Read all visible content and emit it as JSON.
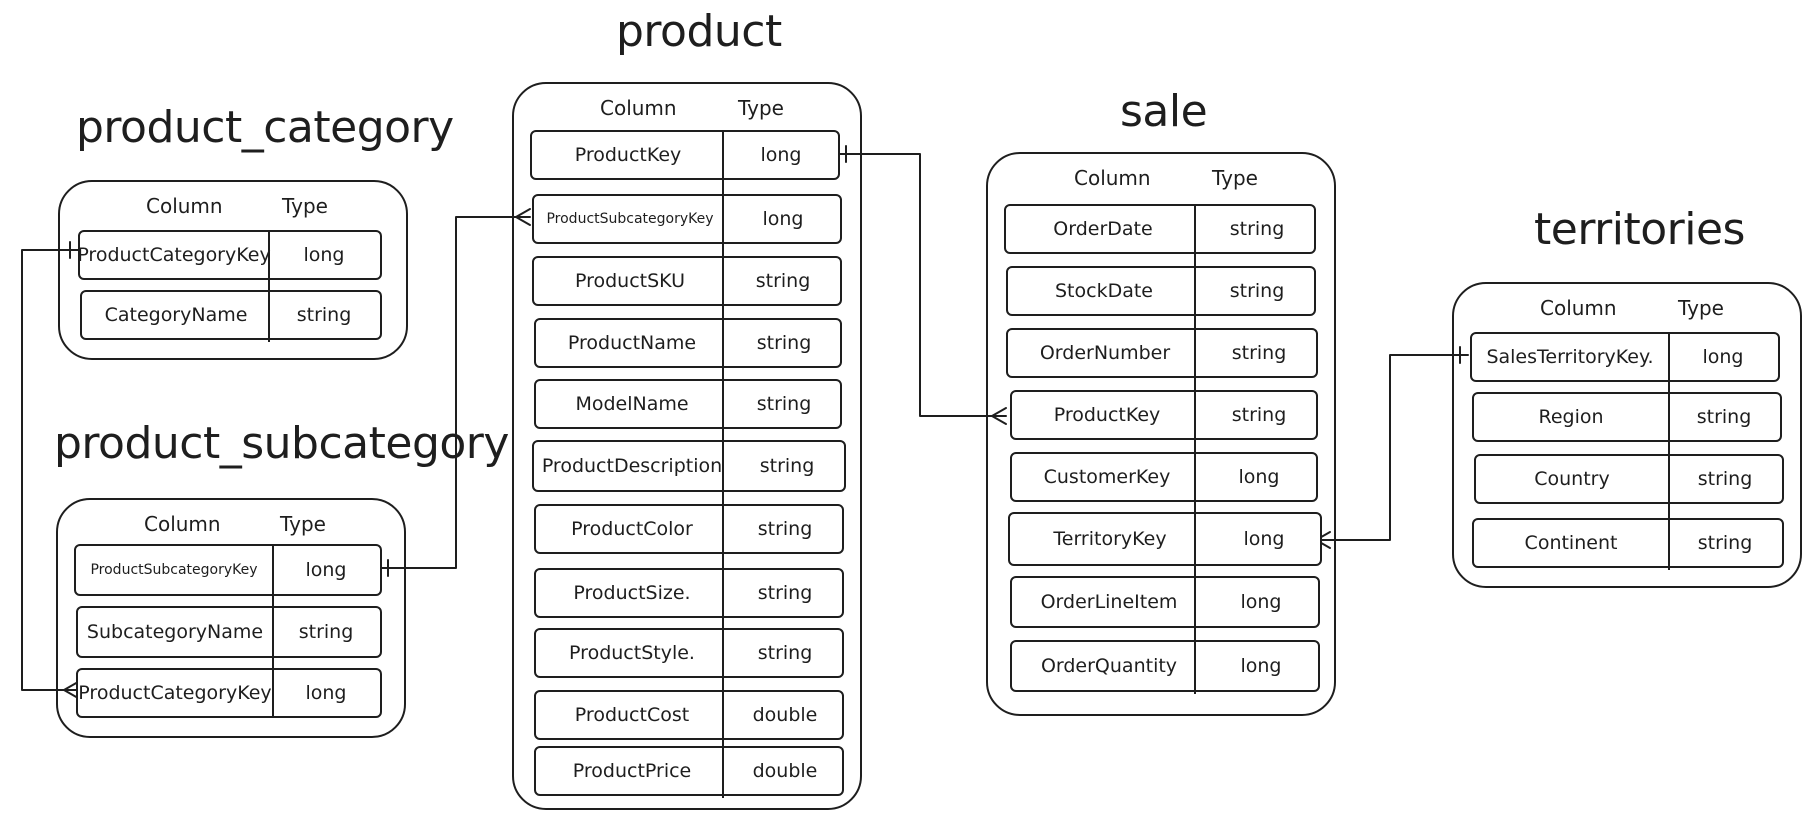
{
  "header": {
    "column": "Column",
    "type": "Type"
  },
  "tables": {
    "product_category": {
      "title": "product_category",
      "rows": [
        {
          "column": "ProductCategoryKey",
          "type": "long"
        },
        {
          "column": "CategoryName",
          "type": "string"
        }
      ]
    },
    "product_subcategory": {
      "title": "product_subcategory",
      "rows": [
        {
          "column": "ProductSubcategoryKey",
          "type": "long"
        },
        {
          "column": "SubcategoryName",
          "type": "string"
        },
        {
          "column": "ProductCategoryKey",
          "type": "long"
        }
      ]
    },
    "product": {
      "title": "product",
      "rows": [
        {
          "column": "ProductKey",
          "type": "long"
        },
        {
          "column": "ProductSubcategoryKey",
          "type": "long"
        },
        {
          "column": "ProductSKU",
          "type": "string"
        },
        {
          "column": "ProductName",
          "type": "string"
        },
        {
          "column": "ModelName",
          "type": "string"
        },
        {
          "column": "ProductDescription",
          "type": "string"
        },
        {
          "column": "ProductColor",
          "type": "string"
        },
        {
          "column": "ProductSize.",
          "type": "string"
        },
        {
          "column": "ProductStyle.",
          "type": "string"
        },
        {
          "column": "ProductCost",
          "type": "double"
        },
        {
          "column": "ProductPrice",
          "type": "double"
        }
      ]
    },
    "sale": {
      "title": "sale",
      "rows": [
        {
          "column": "OrderDate",
          "type": "string"
        },
        {
          "column": "StockDate",
          "type": "string"
        },
        {
          "column": "OrderNumber",
          "type": "string"
        },
        {
          "column": "ProductKey",
          "type": "string"
        },
        {
          "column": "CustomerKey",
          "type": "long"
        },
        {
          "column": "TerritoryKey",
          "type": "long"
        },
        {
          "column": "OrderLineItem",
          "type": "long"
        },
        {
          "column": "OrderQuantity",
          "type": "long"
        }
      ]
    },
    "territories": {
      "title": "territories",
      "rows": [
        {
          "column": "SalesTerritoryKey.",
          "type": "long"
        },
        {
          "column": "Region",
          "type": "string"
        },
        {
          "column": "Country",
          "type": "string"
        },
        {
          "column": "Continent",
          "type": "string"
        }
      ]
    }
  },
  "stroke_color": "#1e1e1e"
}
